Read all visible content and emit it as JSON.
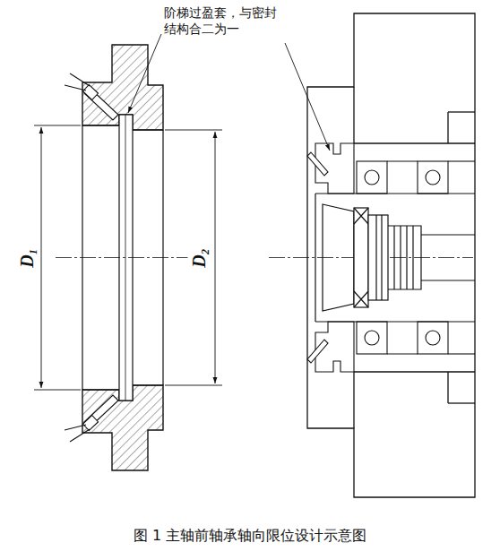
{
  "diagram": {
    "caption": "图 1 主轴前轴承轴向限位设计示意图",
    "labels": [
      "阶梯过盈套，与密封 结构合二为一",
      "D₁",
      "D₂"
    ]
  }
}
